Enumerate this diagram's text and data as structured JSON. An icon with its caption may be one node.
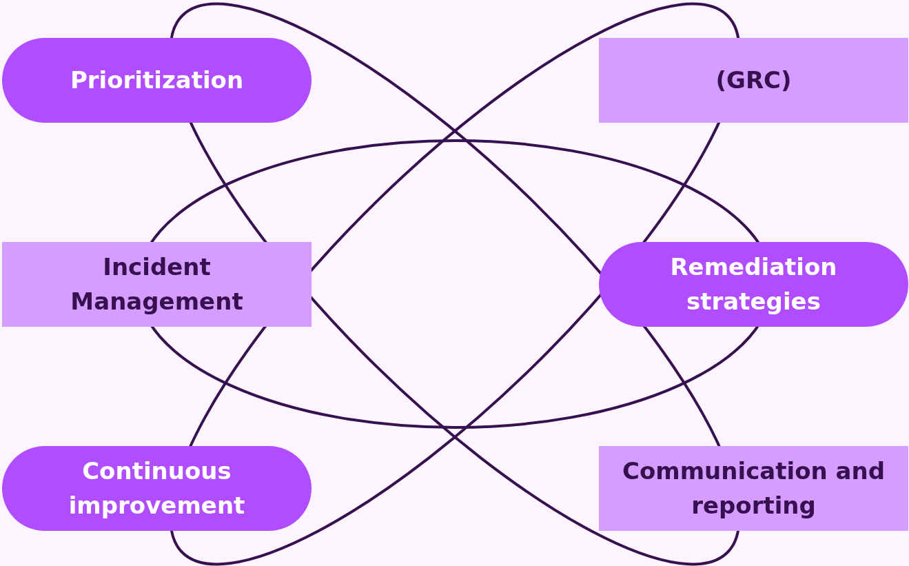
{
  "diagram": {
    "nodes": [
      {
        "text": [
          "Prioritization"
        ]
      },
      {
        "text": [
          "(GRC)"
        ]
      },
      {
        "text": [
          "Incident Management"
        ]
      },
      {
        "text": [
          "Remediation strategies"
        ]
      },
      {
        "text": [
          "Continuous improvement"
        ]
      },
      {
        "text": [
          "Communication and reporting"
        ]
      }
    ]
  }
}
